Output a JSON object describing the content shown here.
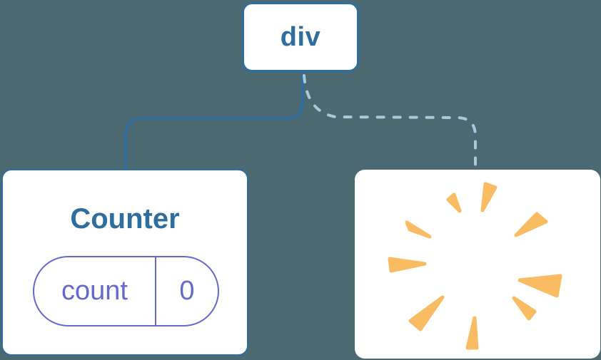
{
  "diagram": {
    "colors": {
      "canvas_bg": "#4C6870",
      "node_fill": "#FFFFFF",
      "node_border": "#2D6E9E",
      "dashed_link": "#A8C8DD",
      "state_accent": "#6369CD",
      "poof": "#F9BC62"
    },
    "nodes": {
      "root": {
        "label": "div"
      },
      "counter": {
        "title": "Counter",
        "state_key": "count",
        "state_value": "0"
      },
      "removed": {
        "icon": "poof-burst-icon"
      }
    }
  }
}
